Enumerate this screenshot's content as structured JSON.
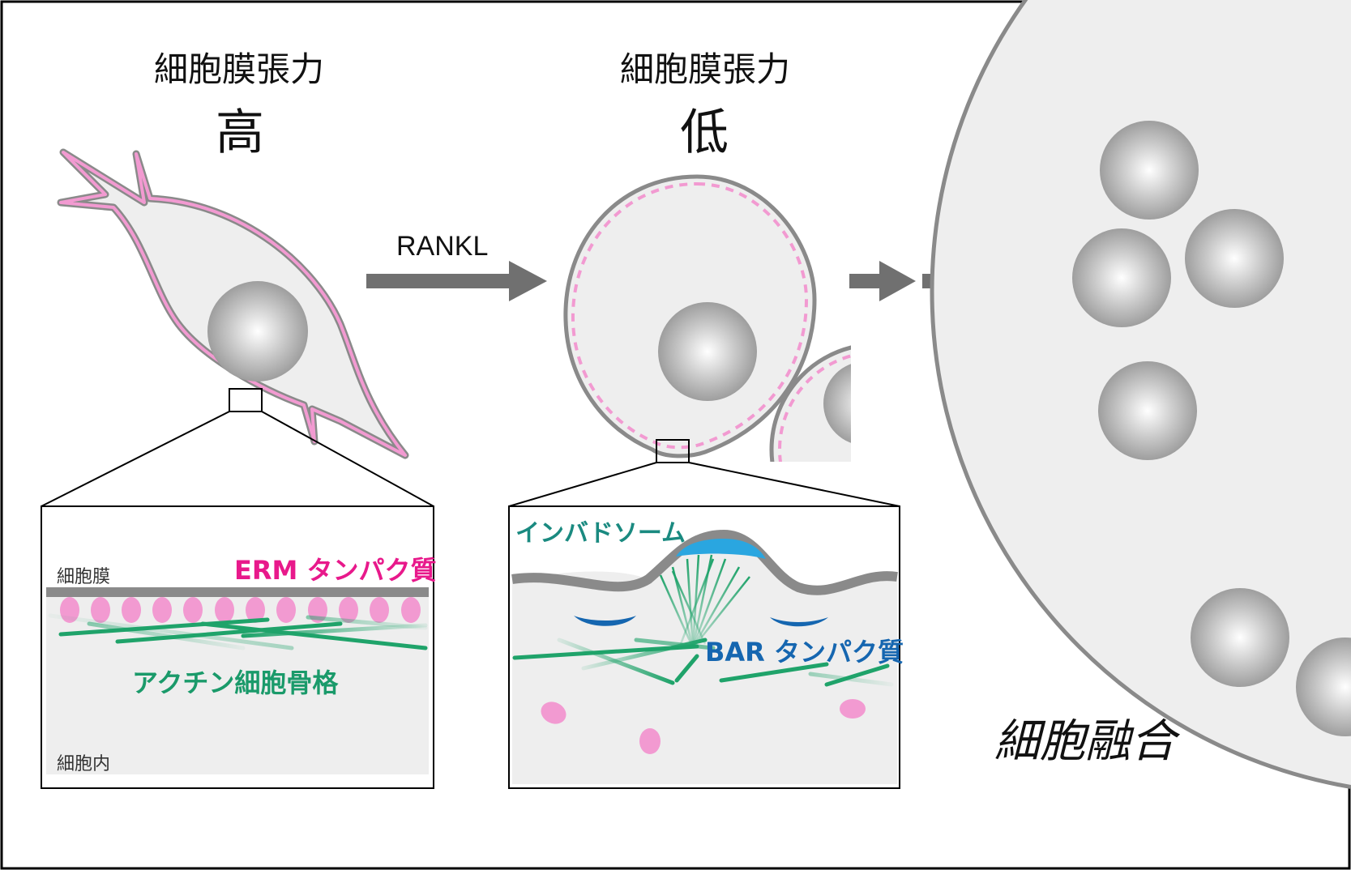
{
  "labels": {
    "tension_high_title": "細胞膜張力",
    "tension_high_level": "高",
    "tension_low_title": "細胞膜張力",
    "tension_low_level": "低",
    "rankl": "RANKL",
    "membrane": "細胞膜",
    "intracellular": "細胞内",
    "erm": "ERM タンパク質",
    "actin": "アクチン細胞骨格",
    "invadosome": "インバドソーム",
    "bar": "BAR タンパク質",
    "fusion": "細胞融合"
  },
  "colors": {
    "membrane_gray": "#8a8a8a",
    "cell_fill": "#eeeeee",
    "erm_pink": "#e8198b",
    "erm_dot": "#f29ad1",
    "actin_green": "#1a9a6a",
    "invadosome_teal": "#1a8a80",
    "bar_blue": "#1566b0",
    "bar_light_blue": "#2aa6e0",
    "arrow_gray": "#707070"
  }
}
